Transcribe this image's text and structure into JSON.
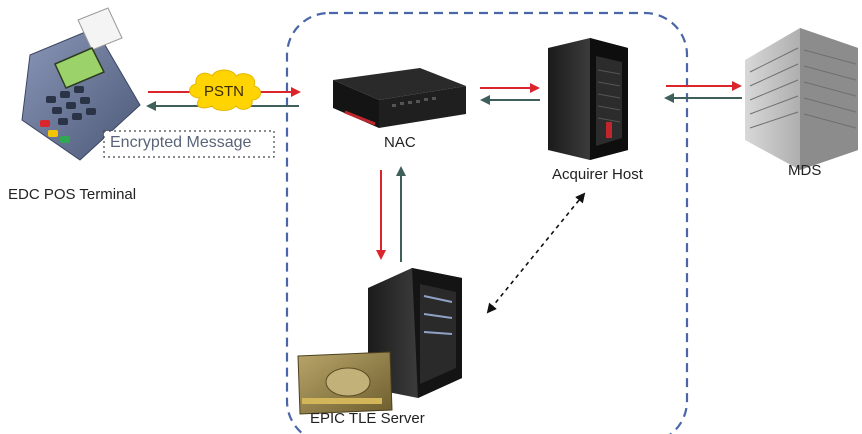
{
  "labels": {
    "pos": "EDC POS Terminal",
    "nac": "NAC",
    "acquirer": "Acquirer Host",
    "mds": "MDS",
    "tle": "EPIC TLE Server",
    "pstn": "PSTN",
    "encrypted": "Encrypted Message"
  },
  "colors": {
    "forward_arrow": "#d9252b",
    "return_arrow": "#3f5f5a",
    "boundary": "#4a66a8",
    "cloud": "#ffd400"
  }
}
